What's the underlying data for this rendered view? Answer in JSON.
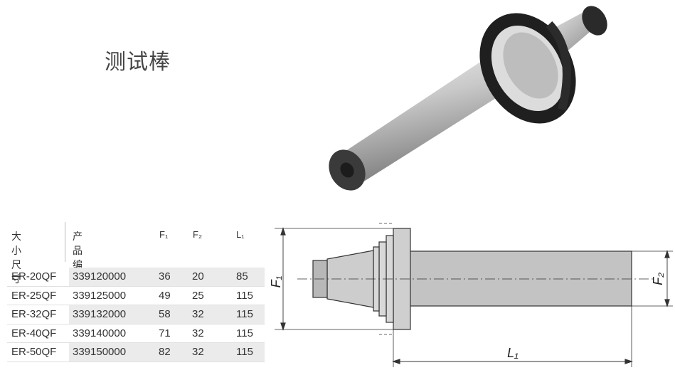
{
  "title": "测试棒",
  "table": {
    "headers": {
      "size": "大小尺寸",
      "part_no": "产品编号",
      "f1": "F₁",
      "f2": "F₂",
      "l1": "L₁"
    },
    "rows": [
      {
        "size": "ER-20QF",
        "part_no": "339120000",
        "f1": "36",
        "f2": "20",
        "l1": "85"
      },
      {
        "size": "ER-25QF",
        "part_no": "339125000",
        "f1": "49",
        "f2": "25",
        "l1": "115"
      },
      {
        "size": "ER-32QF",
        "part_no": "339132000",
        "f1": "58",
        "f2": "32",
        "l1": "115"
      },
      {
        "size": "ER-40QF",
        "part_no": "339140000",
        "f1": "71",
        "f2": "32",
        "l1": "115"
      },
      {
        "size": "ER-50QF",
        "part_no": "339150000",
        "f1": "82",
        "f2": "32",
        "l1": "115"
      }
    ]
  },
  "drawing": {
    "label_f1": "F₁",
    "label_f2": "F₂",
    "label_l1": "L₁"
  }
}
